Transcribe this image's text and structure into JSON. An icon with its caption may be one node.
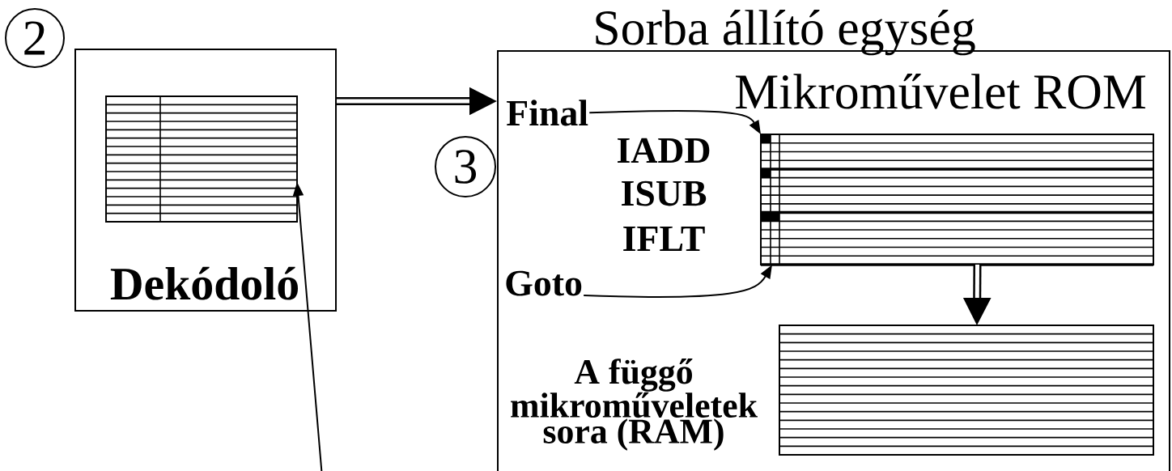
{
  "diagram": {
    "nodes": [
      {
        "text": [
          "Dekódoló"
        ]
      },
      {
        "text": [],
        "shape": "table",
        "in": 0
      },
      {
        "text": [
          "2"
        ]
      },
      {
        "text": [
          "Sorba állító egység"
        ]
      },
      {
        "text": [
          "3"
        ]
      },
      {
        "text": [
          "Final"
        ],
        "in": 3
      },
      {
        "text": [
          "Goto"
        ],
        "in": 3
      },
      {
        "text": [
          "Mikroművelet ROM"
        ],
        "in": 3
      },
      {
        "text": [],
        "shape": "table",
        "in": 3,
        "beside": [
          "A függő mikroműveletek sora (RAM)"
        ]
      }
    ],
    "edges": [
      {
        "from": 0,
        "to": 3,
        "arrow": "to",
        "style": "thick"
      },
      {
        "from": 5,
        "to": 7,
        "arrow": "to"
      },
      {
        "from": 6,
        "to": 7,
        "arrow": "to"
      },
      {
        "from": 7,
        "to": 8,
        "arrow": "to",
        "style": "thick"
      },
      {
        "from": null,
        "to": 1,
        "arrow": "to"
      }
    ],
    "labels": [
      "IADD",
      "ISUB",
      "IFLT"
    ]
  }
}
